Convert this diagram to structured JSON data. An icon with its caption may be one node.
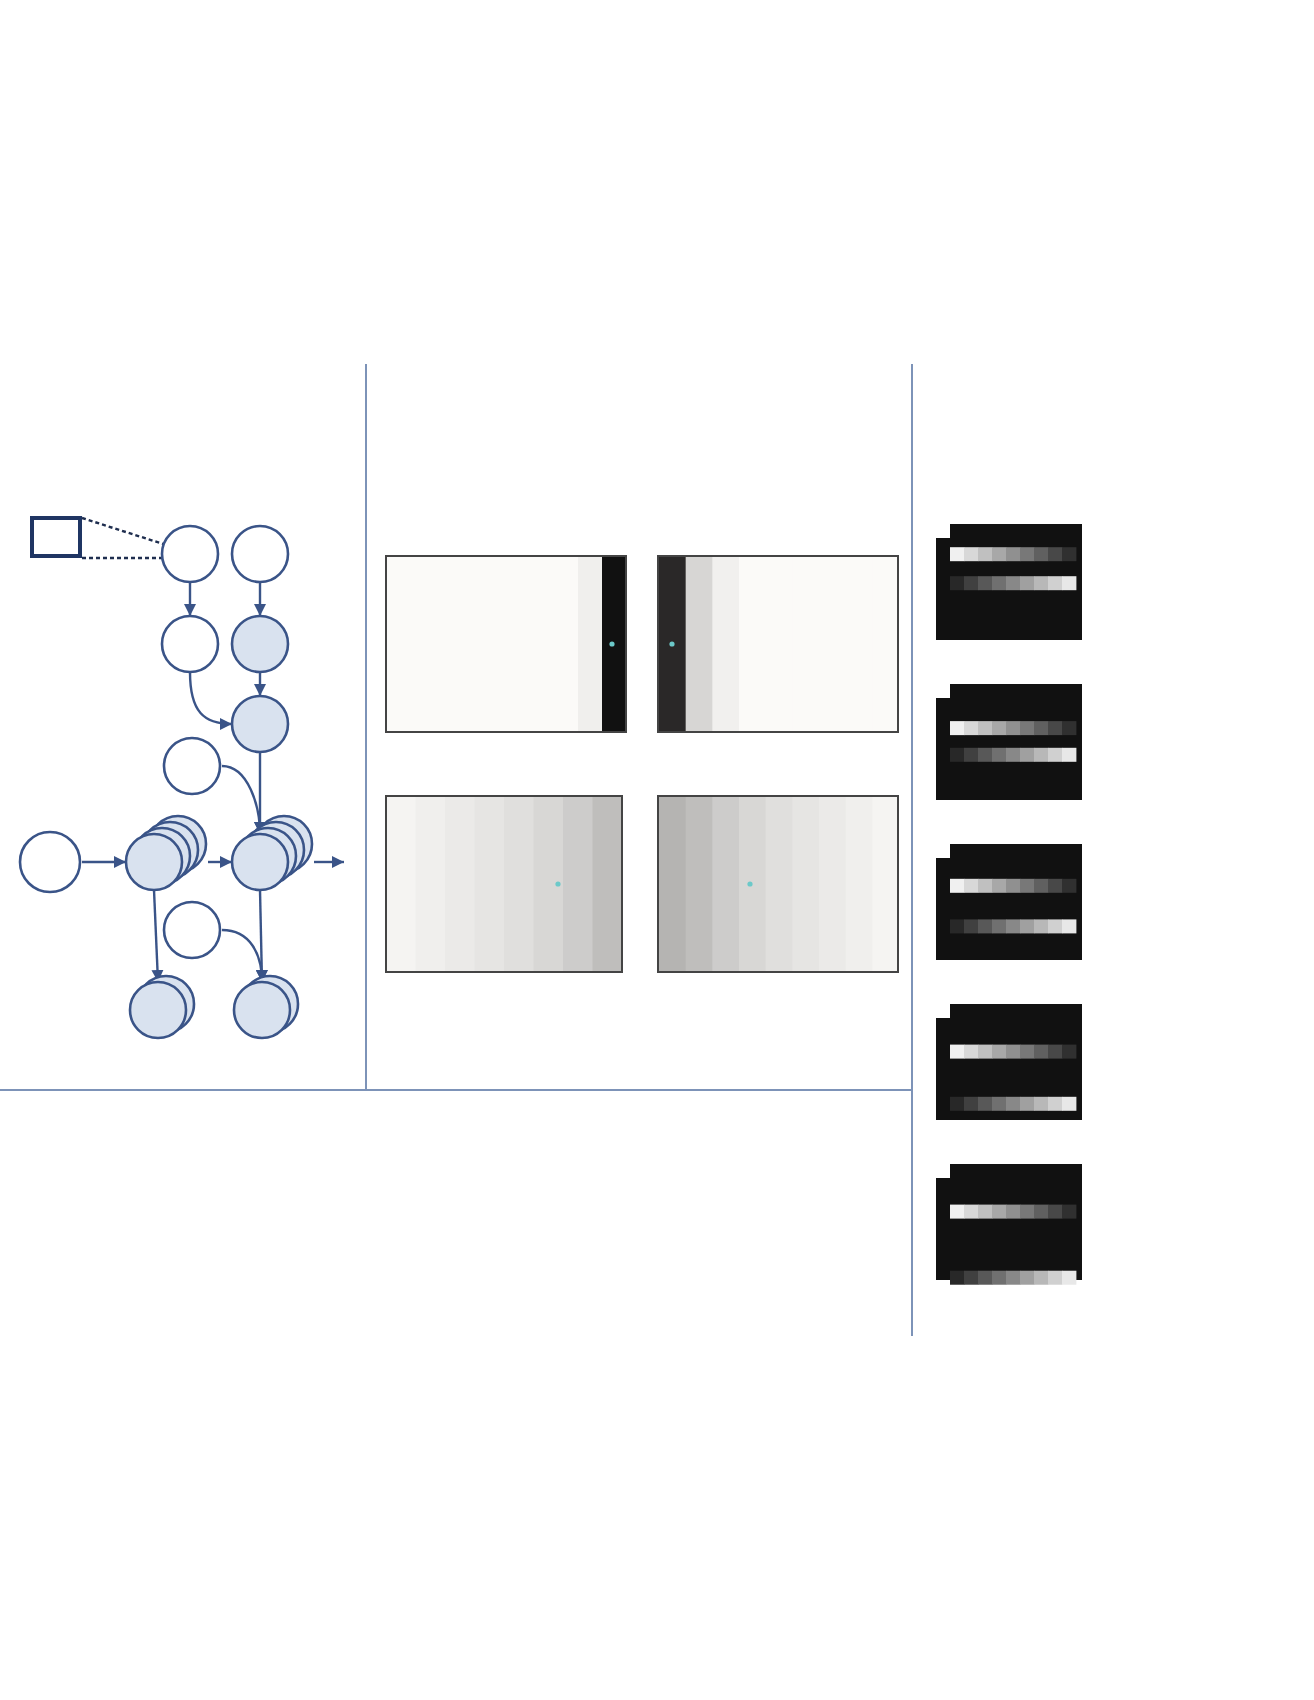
{
  "diagram": {
    "nodes": [
      {
        "text": [],
        "shape": "box"
      },
      {
        "text": [],
        "shape": "circle"
      },
      {
        "text": [],
        "shape": "circle"
      },
      {
        "text": [],
        "shape": "circle"
      },
      {
        "text": [],
        "shape": "circle"
      },
      {
        "text": [],
        "shape": "circle"
      },
      {
        "text": [],
        "shape": "circle"
      },
      {
        "text": [],
        "shape": "circle"
      },
      {
        "text": [],
        "shape": "circle"
      },
      {
        "text": [],
        "shape": "circle"
      },
      {
        "text": [],
        "shape": "circle"
      },
      {
        "text": [],
        "shape": "circle"
      },
      {
        "text": [],
        "shape": "circle"
      }
    ],
    "edges": [
      {
        "from": 0,
        "to": 1,
        "arrow": "none",
        "style": "dashed"
      },
      {
        "from": 1,
        "to": 3,
        "arrow": "to"
      },
      {
        "from": 2,
        "to": 4,
        "arrow": "to"
      },
      {
        "from": 3,
        "to": 5,
        "arrow": "to"
      },
      {
        "from": 4,
        "to": 5,
        "arrow": "to"
      },
      {
        "from": 5,
        "to": 9,
        "arrow": "to"
      },
      {
        "from": 6,
        "to": 9,
        "arrow": "to"
      },
      {
        "from": 7,
        "to": 8,
        "arrow": "to"
      },
      {
        "from": 8,
        "to": 9,
        "arrow": "to"
      },
      {
        "from": 9,
        "to": null,
        "arrow": "to"
      },
      {
        "from": 8,
        "to": 11,
        "arrow": "to"
      },
      {
        "from": 10,
        "to": 12,
        "arrow": "to"
      },
      {
        "from": 9,
        "to": 12,
        "arrow": "to"
      }
    ]
  }
}
